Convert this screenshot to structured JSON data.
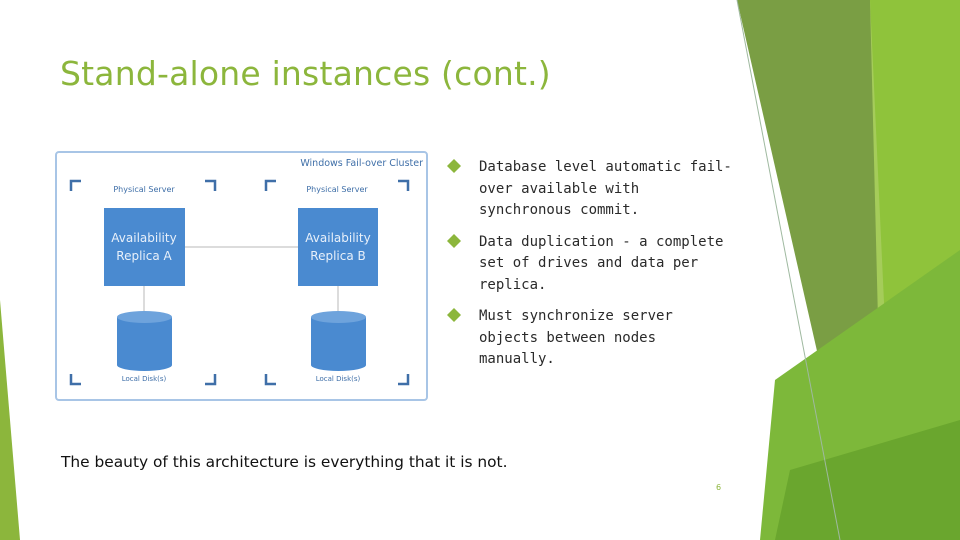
{
  "slide": {
    "title": "Stand-alone instances (cont.)",
    "diagram": {
      "cluster_label": "Windows Fail-over Cluster",
      "server_label_a": "Physical Server",
      "server_label_b": "Physical Server",
      "replica_a_line1": "Availability",
      "replica_a_line2": "Replica A",
      "replica_b_line1": "Availability",
      "replica_b_line2": "Replica B",
      "disk_label_a": "Local Disk(s)",
      "disk_label_b": "Local Disk(s)"
    },
    "bullets": [
      {
        "text": "Database level automatic fail-\nover available with\nsynchronous commit."
      },
      {
        "text": "Data duplication - a complete\nset of drives and data per\nreplica."
      },
      {
        "text": "Must synchronize server\nobjects between nodes\nmanually."
      }
    ],
    "footer_text": "The beauty of this architecture is everything that it is not.",
    "page_number": "6",
    "colors": {
      "accent": "#8cb63c",
      "replica_box": "#4a8ad0",
      "bullet_icon": "#8cb63c"
    }
  }
}
